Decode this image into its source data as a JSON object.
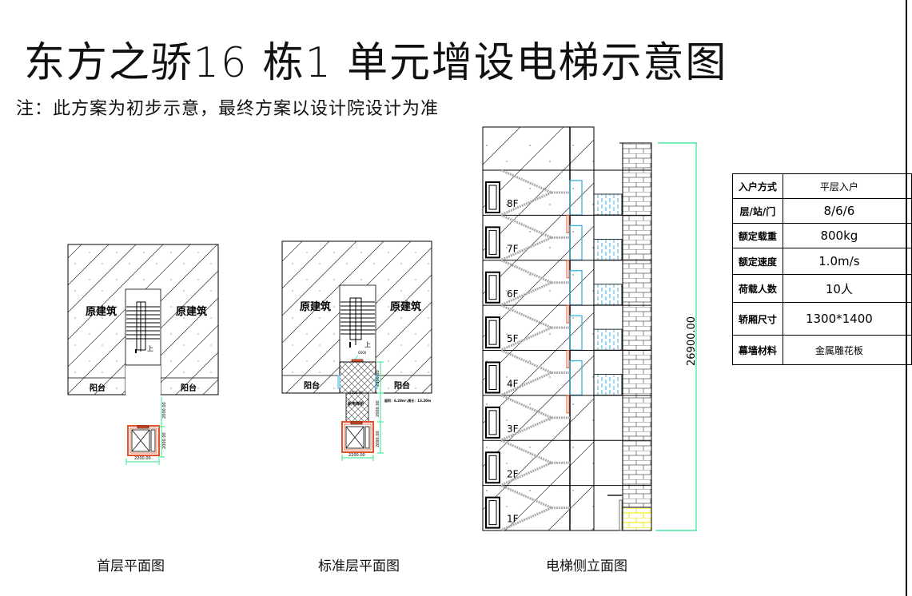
{
  "title": "东方之骄16 栋1 单元增设电梯示意图",
  "note": "注：此方案为初步示意，最终方案以设计院设计为准",
  "plans": {
    "ground": {
      "caption": "首层平面图",
      "left_label": "原建筑",
      "right_label": "原建筑",
      "balcony_left": "阳台",
      "balcony_right": "阳台",
      "stair_up": "上",
      "dim_gap": "2000.00",
      "dim_shaft_height": "2000.00",
      "dim_shaft_width": "2200.00"
    },
    "standard": {
      "caption": "标准层平面图",
      "left_label": "原建筑",
      "right_label": "原建筑",
      "balcony_left": "阳台",
      "balcony_right": "阳台",
      "stair_up": "上",
      "landing_tag": "0000",
      "bridge_label": "新电梯桥",
      "dim_bridge_width": "1500.00",
      "dim_landing": "2350.00",
      "dim_gap": "2000.00",
      "dim_shaft_height": "2000.00",
      "dim_shaft_width": "2200.00",
      "area_note": "面积：6.28m²,周长：13.20m"
    },
    "elevation": {
      "caption": "电梯侧立面图",
      "floors": [
        "8F",
        "7F",
        "6F",
        "5F",
        "4F",
        "3F",
        "2F",
        "1F"
      ],
      "total_height": "26900.00"
    }
  },
  "spec_table": [
    {
      "key": "入户方式",
      "value": "平层入户"
    },
    {
      "key": "层/站/门",
      "value": "8/6/6"
    },
    {
      "key": "额定载重",
      "value": "800kg"
    },
    {
      "key": "额定速度",
      "value": "1.0m/s"
    },
    {
      "key": "荷载人数",
      "value": "10人"
    },
    {
      "key": "轿厢尺寸",
      "value": "1300*1400"
    },
    {
      "key": "幕墙材料",
      "value": "金属雕花板"
    }
  ],
  "colors": {
    "dimension": "#2ee88a",
    "elevator": "#e8502a",
    "glass": "#3ab0e0",
    "base_brick": "#f2ef2a"
  }
}
